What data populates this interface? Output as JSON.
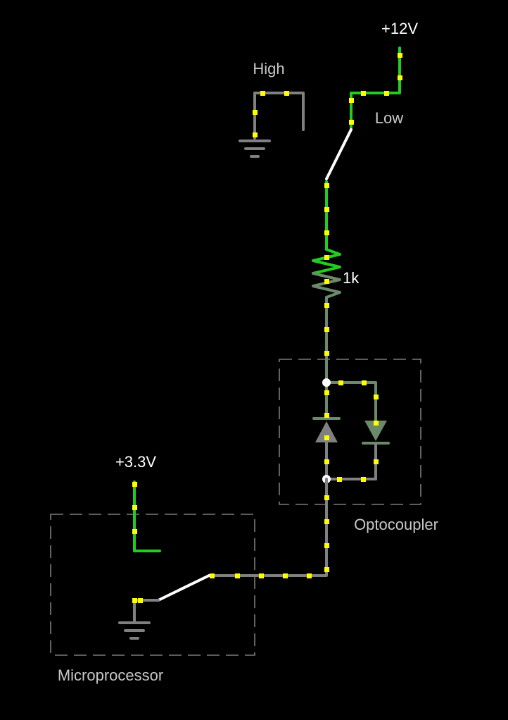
{
  "labels": {
    "supply_12v": "+12V",
    "switch_high": "High",
    "switch_low": "Low",
    "resistor_value": "1k",
    "optocoupler": "Optocoupler",
    "supply_3v3": "+3.3V",
    "microprocessor": "Microprocessor"
  },
  "colors": {
    "background": "#000000",
    "wire_active": "#22cc22",
    "wire_inactive": "#808080",
    "wire_mid": "#6a8a6a",
    "switch_blade": "#ffffff",
    "current_dot": "#ffff00",
    "junction": "#ffffff",
    "enclosure": "#7a7a7a",
    "label_primary": "#ffffff",
    "label_secondary": "#c8c8c8"
  }
}
